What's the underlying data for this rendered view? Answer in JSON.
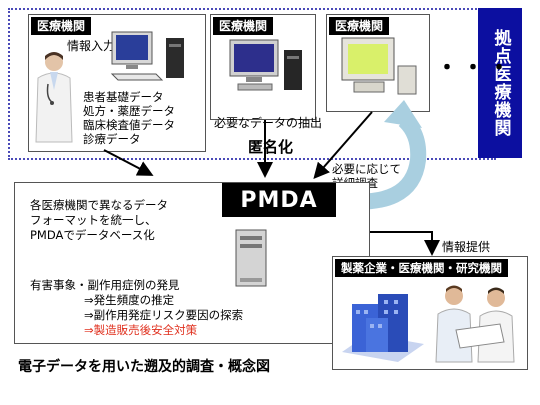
{
  "region": {
    "label": "拠点医療機関",
    "ellipsis": "・・・"
  },
  "institution_1": {
    "tag": "医療機関",
    "input_label": "情報入力",
    "data_items": [
      "患者基礎データ",
      "処方・薬歴データ",
      "臨床検査値データ",
      "診療データ"
    ]
  },
  "institution_2": {
    "tag": "医療機関",
    "extract_label": "必要なデータの抽出"
  },
  "institution_3": {
    "tag": "医療機関"
  },
  "anonymize_label": "匿名化",
  "detail_label": [
    "必要に応じて",
    "詳細調査"
  ],
  "pmda": {
    "label": "PMDA",
    "desc": [
      "各医療機関で異なるデータ",
      "フォーマットを統一し、",
      "PMDAでデータベース化"
    ],
    "discovery": "有害事象・副作用症例の発見",
    "sub1": "⇒発生頻度の推定",
    "sub2": "⇒副作用発症リスク要因の探索",
    "sub3": "⇒製造販売後安全対策"
  },
  "info_label": "情報提供",
  "industry": {
    "tag": "製薬企業・医療機関・研究機関"
  },
  "caption": "電子データを用いた遡及的調査・概念図",
  "colors": {
    "region_label_bg": "#0c0fa0",
    "highlight_red": "#e0301e",
    "arrow_blue": "#a9cfe0",
    "building_blue": "#3b63d6"
  }
}
